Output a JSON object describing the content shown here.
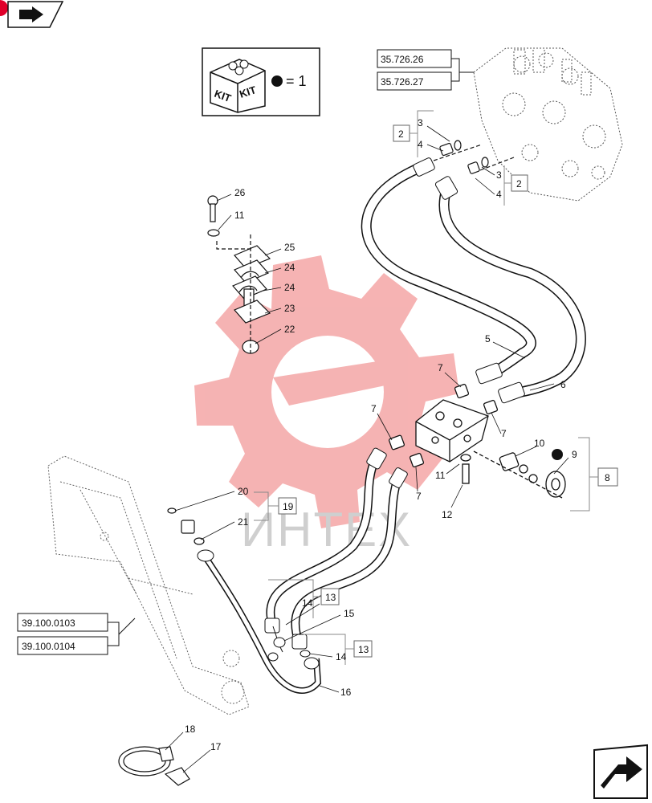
{
  "kit_legend": {
    "kit_text": "KIT",
    "equals_text": "= 1"
  },
  "watermark_text": "ИНТЕХ",
  "references": [
    "35.726.26",
    "35.726.27",
    "39.100.0103",
    "39.100.0104"
  ],
  "boxed_numbers": [
    "2",
    "2",
    "8",
    "19",
    "13",
    "13"
  ],
  "callouts": [
    "26",
    "11",
    "25",
    "24",
    "24",
    "23",
    "22",
    "3",
    "4",
    "3",
    "4",
    "5",
    "6",
    "7",
    "7",
    "7",
    "7",
    "10",
    "9",
    "11",
    "12",
    "20",
    "21",
    "14",
    "15",
    "14",
    "16",
    "18",
    "17"
  ],
  "colors": {
    "line": "#111111",
    "watermark": "#f2a0a0",
    "badge": "#e0002a"
  },
  "icons": {
    "top_left": "book-arrow-icon",
    "bottom_right": "next-page-arrow-icon"
  }
}
